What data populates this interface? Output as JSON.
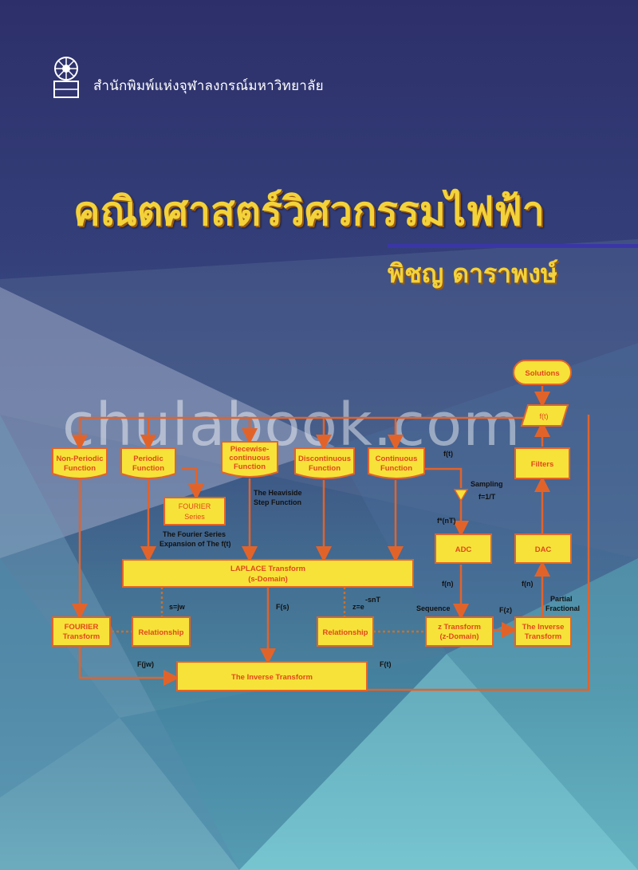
{
  "publisher": "สำนักพิมพ์แห่งจุฬาลงกรณ์มหาวิทยาลัย",
  "title": "คณิตศาสตร์วิศวกรรมไฟฟ้า",
  "author": "พิชญ ดาราพงษ์",
  "watermark": "chulabook.com",
  "colors": {
    "title_yellow": "#f3d23a",
    "box_fill": "#f7e23a",
    "arrow": "#e2632a",
    "rule": "#3b36a8"
  },
  "diagram": {
    "solutions": "Solutions",
    "ft_io": "f(t)",
    "filters": "Filters",
    "non_periodic": [
      "Non-Periodic",
      "Function"
    ],
    "periodic": [
      "Periodic",
      "Function"
    ],
    "piecewise": [
      "Piecewise-",
      "continuous",
      "Function"
    ],
    "discontinuous": [
      "Discontinuous",
      "Function"
    ],
    "continuous": [
      "Continuous",
      "Function"
    ],
    "fourier_series": [
      "FOURIER",
      "Series"
    ],
    "heaviside": [
      "The Heaviside",
      "Step Function"
    ],
    "fourier_expansion": [
      "The Fourier Series",
      "Expansion of The f(t)"
    ],
    "ft_label": "f(t)",
    "sampling": "Sampling",
    "f_rate": "f=1/T",
    "fnT": "f*(nT)",
    "adc": "ADC",
    "dac": "DAC",
    "laplace": [
      "LAPLACE Transform",
      "(s-Domain)"
    ],
    "fn_left": "f(n)",
    "fn_right": "f(n)",
    "partial": [
      "Partial",
      "Fractional"
    ],
    "s_jw": "s=jw",
    "Fs": "F(s)",
    "z_e": "z=e",
    "snT": "-snT",
    "sequence": "Sequence",
    "Fz": "F(z)",
    "fourier_transform": [
      "FOURIER",
      "Transform"
    ],
    "relationship_left": "Relationship",
    "relationship_right": "Relationship",
    "z_transform": [
      "z Transform",
      "(z-Domain)"
    ],
    "inverse_right": [
      "The Inverse",
      "Transform"
    ],
    "Fjw": "F(jw)",
    "Ft": "F(t)",
    "inverse_transform": "The Inverse Transform"
  }
}
